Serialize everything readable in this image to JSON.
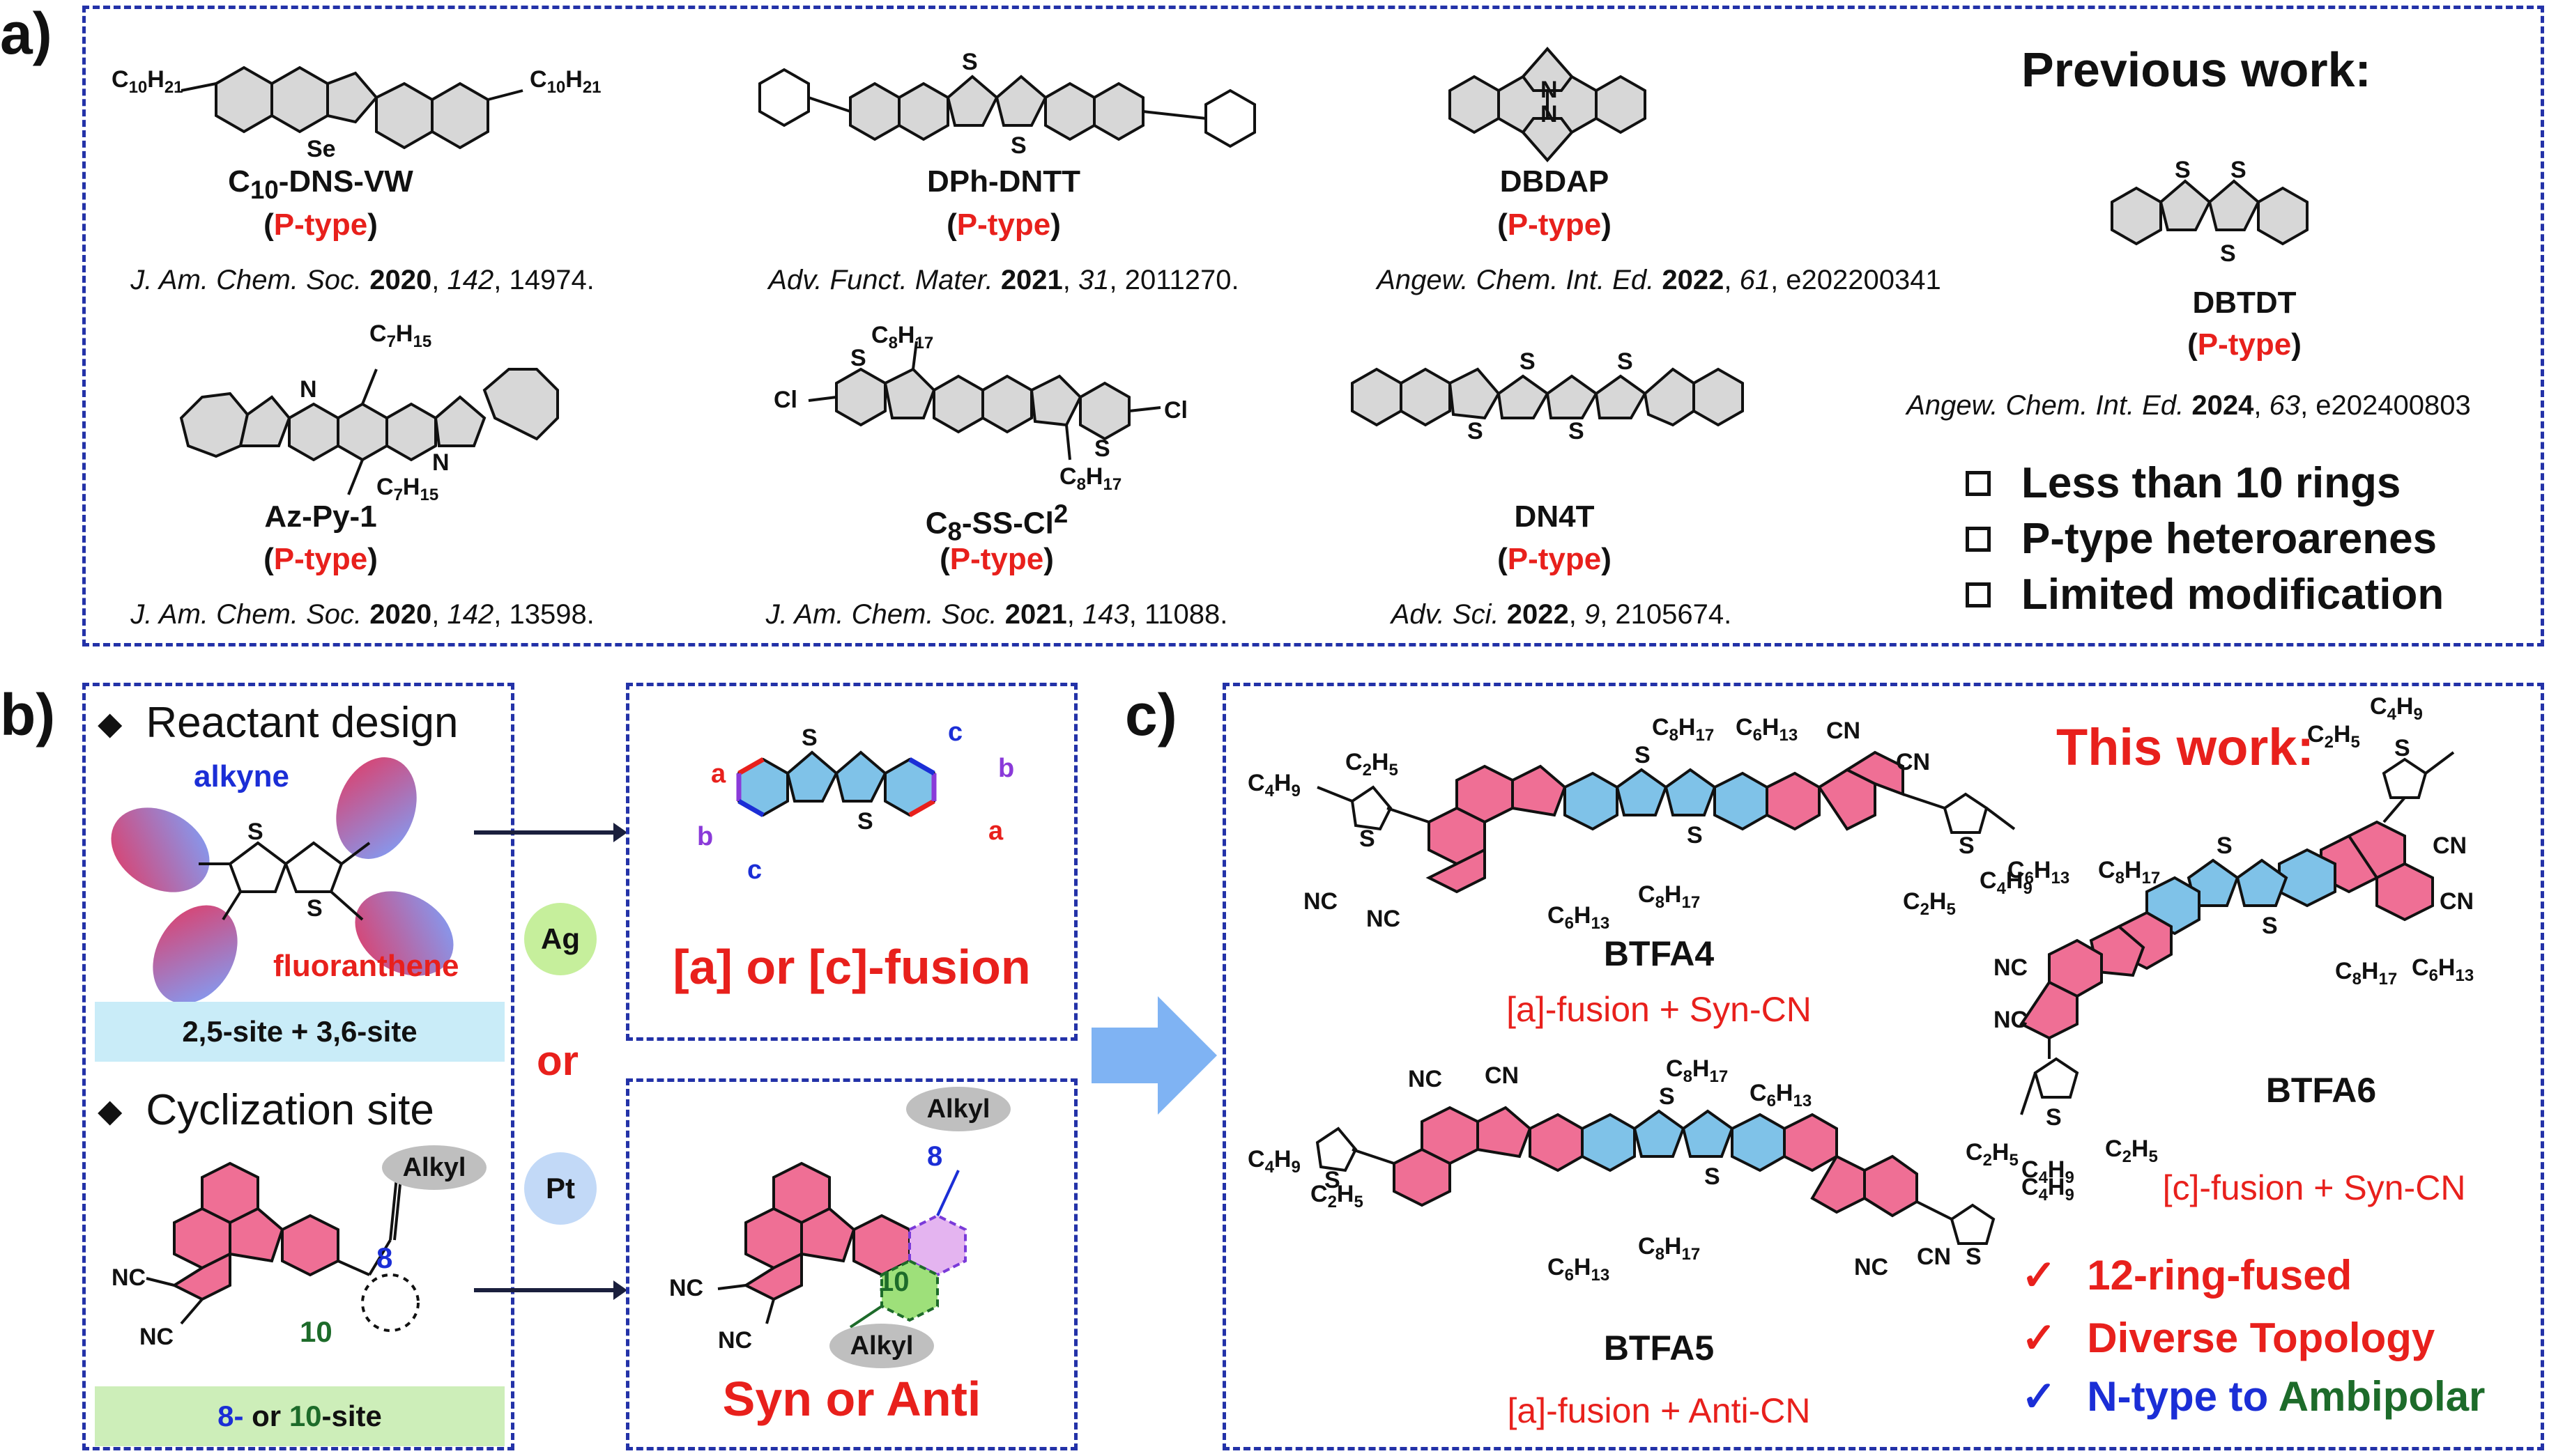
{
  "panels": {
    "a_label": "a)",
    "b_label": "b)",
    "c_label": "c)"
  },
  "panel_a": {
    "compounds": [
      {
        "name_html": "C<sub>10</sub>-DNS-VW",
        "type": "P-type",
        "ref_journal": "J. Am. Chem. Soc.",
        "ref_year": "2020",
        "ref_vol": "142",
        "ref_page": "14974."
      },
      {
        "name_html": "DPh-DNTT",
        "type": "P-type",
        "ref_journal": "Adv. Funct. Mater.",
        "ref_year": "2021",
        "ref_vol": "31",
        "ref_page": "2011270."
      },
      {
        "name_html": "DBDAP",
        "type": "P-type",
        "ref_journal": "Angew. Chem. Int. Ed.",
        "ref_year": "2022",
        "ref_vol": "61",
        "ref_page": "e202200341"
      },
      {
        "name_html": "Az-Py-1",
        "type": "P-type",
        "ref_journal": "J. Am. Chem. Soc.",
        "ref_year": "2020",
        "ref_vol": "142",
        "ref_page": "13598."
      },
      {
        "name_html": "C<sub>8</sub>-SS-Cl<sup>2</sup>",
        "type": "P-type",
        "ref_journal": "J. Am. Chem. Soc.",
        "ref_year": "2021",
        "ref_vol": "143",
        "ref_page": "11088."
      },
      {
        "name_html": "DN4T",
        "type": "P-type",
        "ref_journal": "Adv. Sci.",
        "ref_year": "2022",
        "ref_vol": "9",
        "ref_page": "2105674."
      }
    ],
    "previous_work": {
      "heading": "Previous work:",
      "name": "DBTDT",
      "type": "P-type",
      "ref_journal": "Angew. Chem. Int. Ed.",
      "ref_year": "2024",
      "ref_vol": "63",
      "ref_page": "e202400803"
    },
    "checklist": [
      "Less than 10 rings",
      "P-type heteroarenes",
      "Limited modification"
    ]
  },
  "panel_b": {
    "reactant_design": "Reactant design",
    "alkyne": "alkyne",
    "fluoranthene": "fluoranthene",
    "site_bar": "2,5-site + 3,6-site",
    "cyclization_site": "Cyclization site",
    "alkyl": "Alkyl",
    "site8": "8",
    "site10": "10",
    "site_bar2_a": "8-",
    "site_bar2_b": " or ",
    "site_bar2_c": "10",
    "site_bar2_d": "-site",
    "ag": "Ag",
    "or": "or",
    "pt": "Pt",
    "fusion_label": "[a] or [c]-fusion",
    "syn_anti_label": "Syn or Anti",
    "ring_letters": [
      "a",
      "b",
      "c"
    ]
  },
  "panel_c": {
    "this_work": "This work:",
    "btfa4": "BTFA4",
    "btfa4_desc": "[a]-fusion + Syn-CN",
    "btfa5": "BTFA5",
    "btfa5_desc": "[a]-fusion + Anti-CN",
    "btfa6": "BTFA6",
    "btfa6_desc": "[c]-fusion + Syn-CN",
    "bullets": [
      "12-ring-fused",
      "Diverse Topology"
    ],
    "bullet3_a": "N-type",
    "bullet3_b": " to ",
    "bullet3_c": "Ambipolar",
    "check": "✓"
  },
  "colors": {
    "border": "#2332a8",
    "red": "#e8201c",
    "blue": "#1b2ed6",
    "pink": "#ef6f95",
    "lightblue": "#7fc2e8",
    "green": "#1d6b2a"
  }
}
